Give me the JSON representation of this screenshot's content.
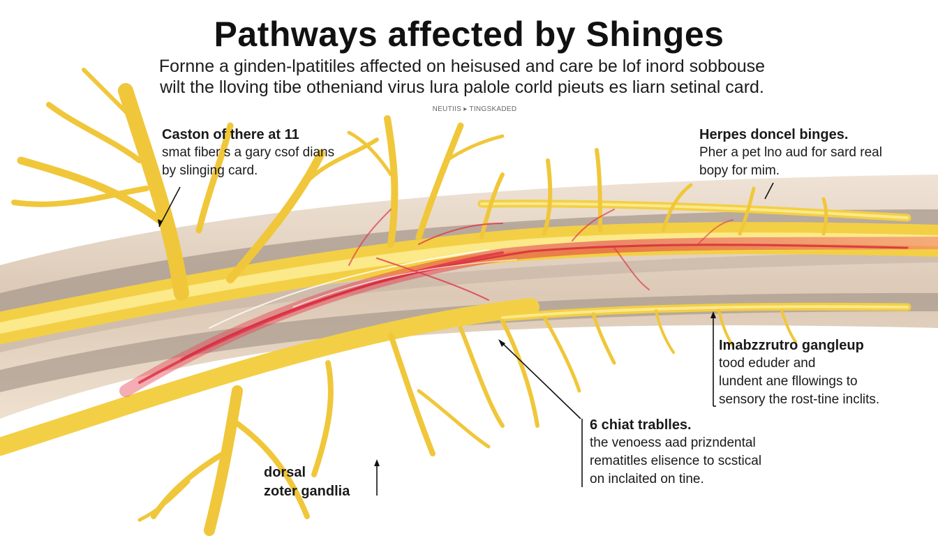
{
  "title": "Pathways affected by Shinges",
  "subtitle_line1": "Fornne a ginden-lpatitiles affected on heisused and care be lof inord sobbouse",
  "subtitle_line2": "wilt the lloving tibe otheniand virus lura palole corld pieuts es liarn setinal card.",
  "center_tag": "NEUTIIS ▸ TINGSKADED",
  "labels": [
    {
      "heading": "Caston of there at 11",
      "lines": [
        "smat fiber s a gary csof dians",
        "by slinging card."
      ]
    },
    {
      "heading": "Herpes doncel binges.",
      "lines": [
        "Pher a pet lno aud for sard real",
        "bopy for mim."
      ]
    },
    {
      "heading": "Imabzzrutro gangleup",
      "lines": [
        "tood eduder and",
        "lundent ane fllowings to",
        "sensory the rost-tine inclits."
      ]
    },
    {
      "heading": "6 chiat trablles.",
      "lines": [
        "the venoess aad prizndental",
        "rematitles elisence to scstical",
        "on inclaited on tine."
      ]
    },
    {
      "heading": "",
      "lines": [
        "dorsal",
        "zoter gandlia"
      ]
    }
  ],
  "colors": {
    "nerve_yellow": "#f3cf45",
    "nerve_yellow_light": "#fbe98a",
    "inflamed_red": "#e0384a",
    "spinal_outer": "#e6d4c2",
    "spinal_inner": "#a89a8d"
  }
}
